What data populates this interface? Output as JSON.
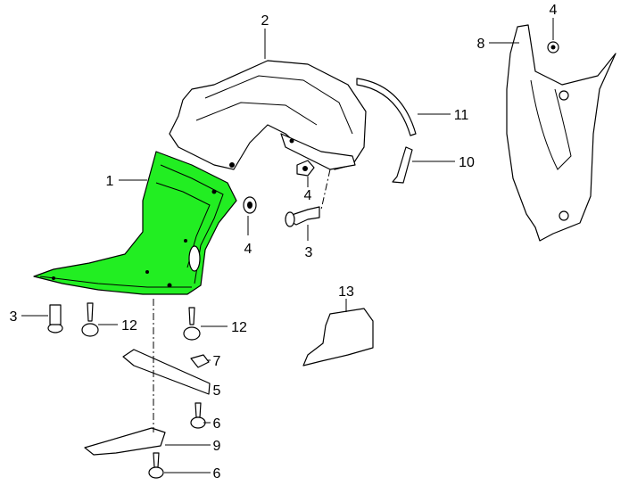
{
  "diagram": {
    "highlight_color": "#22ee22",
    "callouts": [
      {
        "id": "c2",
        "label": "2"
      },
      {
        "id": "c1",
        "label": "1"
      },
      {
        "id": "c4a",
        "label": "4"
      },
      {
        "id": "c4b",
        "label": "4"
      },
      {
        "id": "c3a",
        "label": "3"
      },
      {
        "id": "c11",
        "label": "11"
      },
      {
        "id": "c10",
        "label": "10"
      },
      {
        "id": "c4c",
        "label": "4"
      },
      {
        "id": "c8",
        "label": "8"
      },
      {
        "id": "c3b",
        "label": "3"
      },
      {
        "id": "c12a",
        "label": "12"
      },
      {
        "id": "c12b",
        "label": "12"
      },
      {
        "id": "c13",
        "label": "13"
      },
      {
        "id": "c7",
        "label": "7"
      },
      {
        "id": "c5",
        "label": "5"
      },
      {
        "id": "c6a",
        "label": "6"
      },
      {
        "id": "c9",
        "label": "9"
      },
      {
        "id": "c6b",
        "label": "6"
      }
    ]
  }
}
